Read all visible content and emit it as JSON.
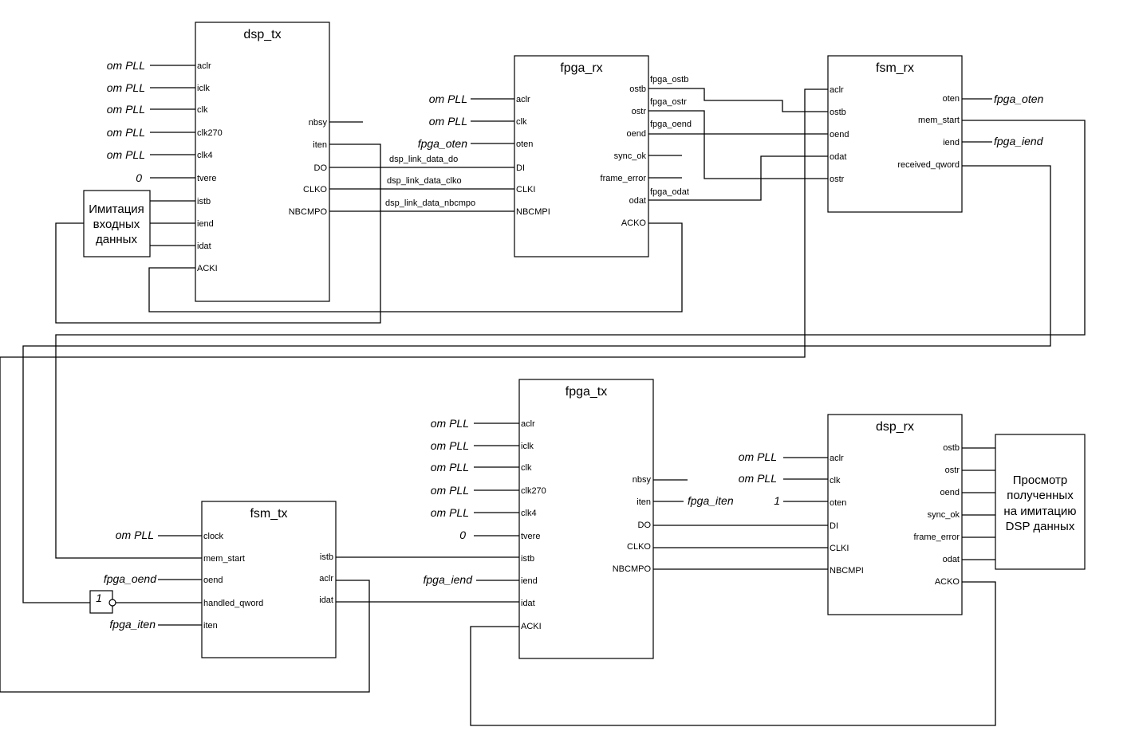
{
  "blocks": {
    "dsp_tx": {
      "title": "dsp_tx",
      "in": [
        "aclr",
        "iclk",
        "clk",
        "clk270",
        "clk4",
        "tvere",
        "istb",
        "iend",
        "idat",
        "ACKI"
      ],
      "out": [
        "nbsy",
        "iten",
        "DO",
        "CLKO",
        "NBCMPO"
      ]
    },
    "fpga_rx": {
      "title": "fpga_rx",
      "in": [
        "aclr",
        "clk",
        "oten",
        "DI",
        "CLKI",
        "NBCMPI"
      ],
      "out": [
        "ostb",
        "ostr",
        "oend",
        "sync_ok",
        "frame_error",
        "odat",
        "ACKO"
      ]
    },
    "fsm_rx": {
      "title": "fsm_rx",
      "in": [
        "aclr",
        "ostb",
        "oend",
        "odat",
        "ostr"
      ],
      "out": [
        "oten",
        "mem_start",
        "iend",
        "received_qword"
      ]
    },
    "fpga_tx": {
      "title": "fpga_tx",
      "in": [
        "aclr",
        "iclk",
        "clk",
        "clk270",
        "clk4",
        "tvere",
        "istb",
        "iend",
        "idat",
        "ACKI"
      ],
      "out": [
        "nbsy",
        "iten",
        "DO",
        "CLKO",
        "NBCMPO"
      ]
    },
    "dsp_rx": {
      "title": "dsp_rx",
      "in": [
        "aclr",
        "clk",
        "oten",
        "DI",
        "CLKI",
        "NBCMPI"
      ],
      "out": [
        "ostb",
        "ostr",
        "oend",
        "sync_ok",
        "frame_error",
        "odat",
        "ACKO"
      ]
    },
    "fsm_tx": {
      "title": "fsm_tx",
      "in": [
        "clock",
        "mem_start",
        "oend",
        "handled_qword",
        "iten"
      ],
      "out": [
        "istb",
        "aclr",
        "idat"
      ]
    }
  },
  "external": {
    "dsp_tx": [
      "от PLL",
      "от PLL",
      "от PLL",
      "от PLL",
      "от PLL",
      "0"
    ],
    "fpga_rx": [
      "от PLL",
      "от PLL",
      "fpga_oten"
    ],
    "fsm_rx": [
      "fpga_oten",
      "fpga_iend"
    ],
    "fpga_tx": [
      "от PLL",
      "от PLL",
      "от PLL",
      "от PLL",
      "от PLL",
      "0",
      "fpga_iend"
    ],
    "fpga_tx_out": [
      "fpga_iten"
    ],
    "dsp_rx": [
      "от PLL",
      "от PLL",
      "1"
    ],
    "fsm_tx": [
      "от PLL",
      "fpga_oend",
      "fpga_iten"
    ]
  },
  "wire_labels": [
    "dsp_link_data_do",
    "dsp_link_data_clko",
    "dsp_link_data_nbcmpo"
  ],
  "signal_labels": [
    "fpga_ostb",
    "fpga_ostr",
    "fpga_oend",
    "fpga_odat"
  ],
  "notes": {
    "input_sim": [
      "Имитация",
      "входных",
      "данных"
    ],
    "viewer": [
      "Просмотр",
      "полученных",
      "на имитацию",
      "DSP данных"
    ],
    "inverter": "1"
  }
}
